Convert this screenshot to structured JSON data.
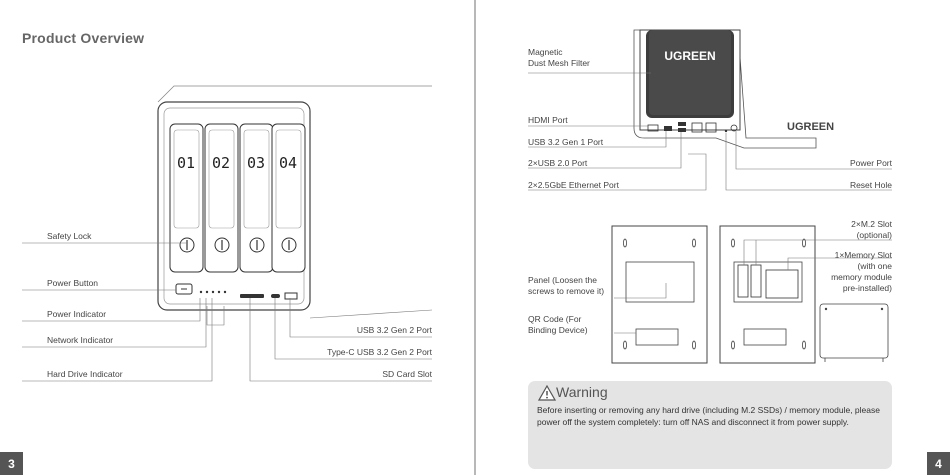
{
  "left_page": {
    "title": "Product Overview",
    "page_number": "3",
    "bay_numbers": [
      "01",
      "02",
      "03",
      "04"
    ],
    "labels": {
      "safety_lock": "Safety Lock",
      "power_button": "Power Button",
      "power_indicator": "Power Indicator",
      "network_indicator": "Network Indicator",
      "hard_drive_indicator": "Hard Drive Indicator",
      "usb_32_gen2_port": "USB 3.2 Gen 2 Port",
      "typec_usb_32_gen2_port": "Type-C USB 3.2 Gen 2 Port",
      "sd_card_slot": "SD Card Slot"
    }
  },
  "right_page": {
    "page_number": "4",
    "brand": "UGREEN",
    "labels": {
      "dust_mesh_line1": "Magnetic",
      "dust_mesh_line2": "Dust Mesh Filter",
      "hdmi_port": "HDMI Port",
      "usb_32_gen1_port": "USB 3.2 Gen 1 Port",
      "usb_20_port": "2×USB 2.0 Port",
      "ethernet_port": "2×2.5GbE Ethernet Port",
      "power_port": "Power Port",
      "reset_hole": "Reset Hole",
      "m2_slot_line1": "2×M.2 Slot",
      "m2_slot_line2": "(optional)",
      "memory_line1": "1×Memory Slot",
      "memory_line2": "(with one",
      "memory_line3": "memory module",
      "memory_line4": "pre-installed)",
      "panel_line1": "Panel (Loosen the",
      "panel_line2": "screws to remove it)",
      "qr_line1": "QR Code (For",
      "qr_line2": "Binding Device)"
    },
    "warning": {
      "title": "Warning",
      "body": "Before inserting or removing any hard drive (including M.2 SSDs) / memory module, please power off the system completely: turn off NAS and disconnect it from power supply."
    }
  }
}
